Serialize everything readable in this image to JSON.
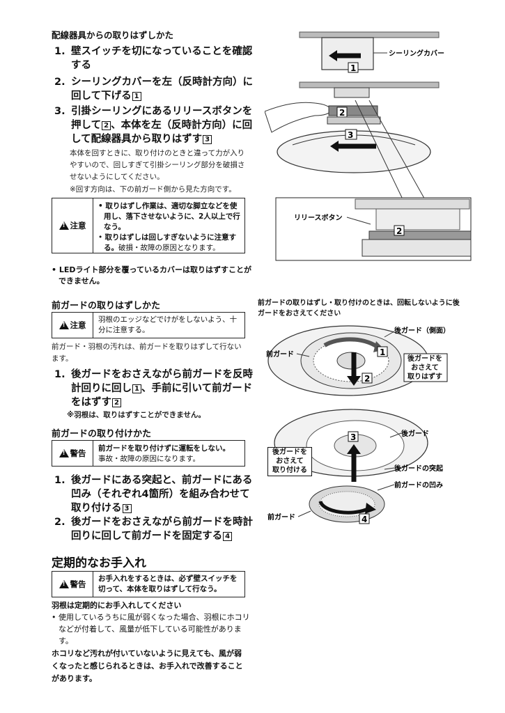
{
  "removal": {
    "title": "配線器具からの取りはずしかた",
    "step1_num": "1.",
    "step1": "壁スイッチを切になっていることを確認する",
    "step2_num": "2.",
    "step2": "シーリングカバーを左（反時計方向）に回して下げる",
    "step2_mark": "1",
    "step3_num": "3.",
    "step3": "引掛シーリングにあるリリースボタンを押して",
    "step3_mark_a": "2",
    "step3_b": "、本体を左（反時計方向）に回して配線器具から取りはずす",
    "step3_mark_b": "3",
    "step3_note": "本体を回すときに、取り付けのときと違って力が入りやすいので、回しすぎて引掛シーリング部分を破損させないようにしてください。",
    "step3_note2": "※回す方向は、下の前ガード側から見た方向です。",
    "caution_label": "注意",
    "caution_item1": "取りはずし作業は、適切な脚立などを使用し、落下させないように、2人以上で行なう。",
    "caution_item2_bold": "取りはずしは回しすぎないように注意する。",
    "caution_item2_normal": "破損・故障の原因となります。",
    "led_note": "LEDライト部分を覆っているカバーは取りはずすことができません。"
  },
  "front_guard_removal": {
    "title": "前ガードの取りはずしかた",
    "caution_label": "注意",
    "caution_text": "羽根のエッジなどでけがをしないよう、十分に注意する。",
    "intro": "前ガード・羽根の汚れは、前ガードを取りはずして行ないます。",
    "step1_num": "1.",
    "step1_a": "後ガードをおさえながら前ガードを反時計回りに回し",
    "step1_mark_a": "1",
    "step1_b": "、手前に引いて前ガードをはずす",
    "step1_mark_b": "2",
    "note": "※羽根は、取りはずすことができません。"
  },
  "front_guard_attach": {
    "title": "前ガードの取り付けかた",
    "warning_label": "警告",
    "warning_bold": "前ガードを取り付けずに運転をしない。",
    "warning_normal": "事故・故障の原因になります。",
    "step1_num": "1.",
    "step1": "後ガードにある突起と、前ガードにある凹み（それぞれ4箇所）を組み合わせて取り付ける",
    "step1_mark": "3",
    "step2_num": "2.",
    "step2": "後ガードをおさえながら前ガードを時計回りに回して前ガードを固定する",
    "step2_mark": "4"
  },
  "maintenance": {
    "title": "定期的なお手入れ",
    "warning_label": "警告",
    "warning_text": "お手入れをするときは、必ず壁スイッチを切って、本体を取りはずして行なう。",
    "subtitle": "羽根は定期的にお手入れしてください",
    "bullet": "使用しているうちに風が弱くなった場合、羽根にホコリなどが付着して、風量が低下している可能性があります。",
    "closing": "ホコリなど汚れが付いていないように見えても、風が弱くなったと感じられるときは、お手入れで改善することがあります。"
  },
  "figure_top": {
    "ceiling_cover": "シーリングカバー",
    "release_button": "リリースボタン",
    "m1": "1",
    "m2": "2",
    "m3": "3"
  },
  "figure_guard": {
    "caption": "前ガードの取りはずし・取り付けのときは、回転しないように後ガードをおさえてください",
    "rear_guard_side": "後ガード（側面）",
    "front_guard": "前ガード",
    "press_rear_remove": "後ガードを\nおさえて\n取りはずす",
    "m1": "1",
    "m2": "2"
  },
  "figure_attach": {
    "rear_guard": "後ガード",
    "press_rear_attach": "後ガードを\nおさえて\n取り付ける",
    "protrusion": "後ガードの突起",
    "recess": "前ガードの凹み",
    "front_guard": "前ガード",
    "m3": "3",
    "m4": "4"
  }
}
